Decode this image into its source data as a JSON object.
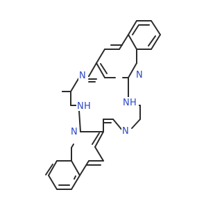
{
  "molecule": {
    "atoms": {
      "n_top_left": "N",
      "n_top_right": "N",
      "nh_right": "N",
      "nh_right_h": "H",
      "nh_left": "N",
      "nh_left_h": "H",
      "n_bottom_left": "N",
      "n_bottom_right": "N"
    },
    "colors": {
      "bond": "#2b2b2b",
      "nitrogen": "#2a47c4"
    }
  }
}
